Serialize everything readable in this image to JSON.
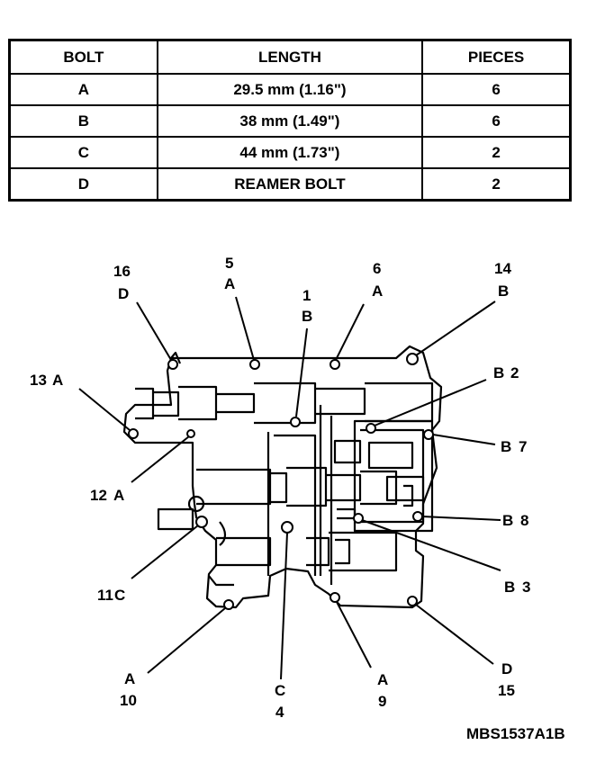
{
  "table": {
    "headers": [
      "BOLT",
      "LENGTH",
      "PIECES"
    ],
    "rows": [
      {
        "bolt": "A",
        "length": "29.5 mm (1.16\")",
        "pieces": "6"
      },
      {
        "bolt": "B",
        "length": "38 mm (1.49\")",
        "pieces": "6"
      },
      {
        "bolt": "C",
        "length": "44 mm (1.73\")",
        "pieces": "2"
      },
      {
        "bolt": "D",
        "length": "REAMER BOLT",
        "pieces": "2"
      }
    ]
  },
  "callouts": [
    {
      "id": "1",
      "num": "1",
      "letter": "B"
    },
    {
      "id": "2",
      "num": "2",
      "letter": "B"
    },
    {
      "id": "3",
      "num": "3",
      "letter": "B"
    },
    {
      "id": "4",
      "num": "4",
      "letter": "C"
    },
    {
      "id": "5",
      "num": "5",
      "letter": "A"
    },
    {
      "id": "6",
      "num": "6",
      "letter": "A"
    },
    {
      "id": "7",
      "num": "7",
      "letter": "B"
    },
    {
      "id": "8",
      "num": "8",
      "letter": "B"
    },
    {
      "id": "9",
      "num": "9",
      "letter": "A"
    },
    {
      "id": "10",
      "num": "10",
      "letter": "A"
    },
    {
      "id": "11",
      "num": "11",
      "letter": "C"
    },
    {
      "id": "12",
      "num": "12",
      "letter": "A"
    },
    {
      "id": "13",
      "num": "13",
      "letter": "A"
    },
    {
      "id": "14",
      "num": "14",
      "letter": "B"
    },
    {
      "id": "15",
      "num": "15",
      "letter": "D"
    },
    {
      "id": "16",
      "num": "16",
      "letter": "D"
    }
  ],
  "figure_code": "MBS1537A1B"
}
